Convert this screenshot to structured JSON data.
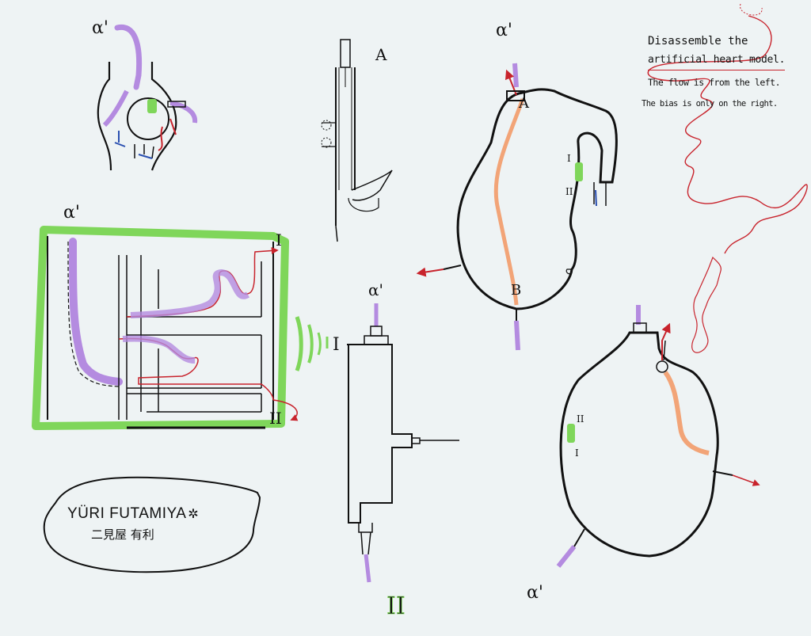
{
  "labels": {
    "a_prime": "α'",
    "A": "A",
    "B": "B",
    "I": "I",
    "II": "II"
  },
  "notes": [
    "Disassemble the",
    "artificial heart model.",
    "The flow is from the left.",
    "The bias is only on the right."
  ],
  "signature": {
    "name": "YÜRI FUTAMIYA",
    "mark": "✲",
    "japanese": "二見屋 有利"
  },
  "colors": {
    "ink": "#111111",
    "green": "#7fd65a",
    "purple": "#b48be0",
    "orange": "#f2a477",
    "red": "#c8232c",
    "blue": "#2a4fb0",
    "paper": "#eef3f4"
  }
}
